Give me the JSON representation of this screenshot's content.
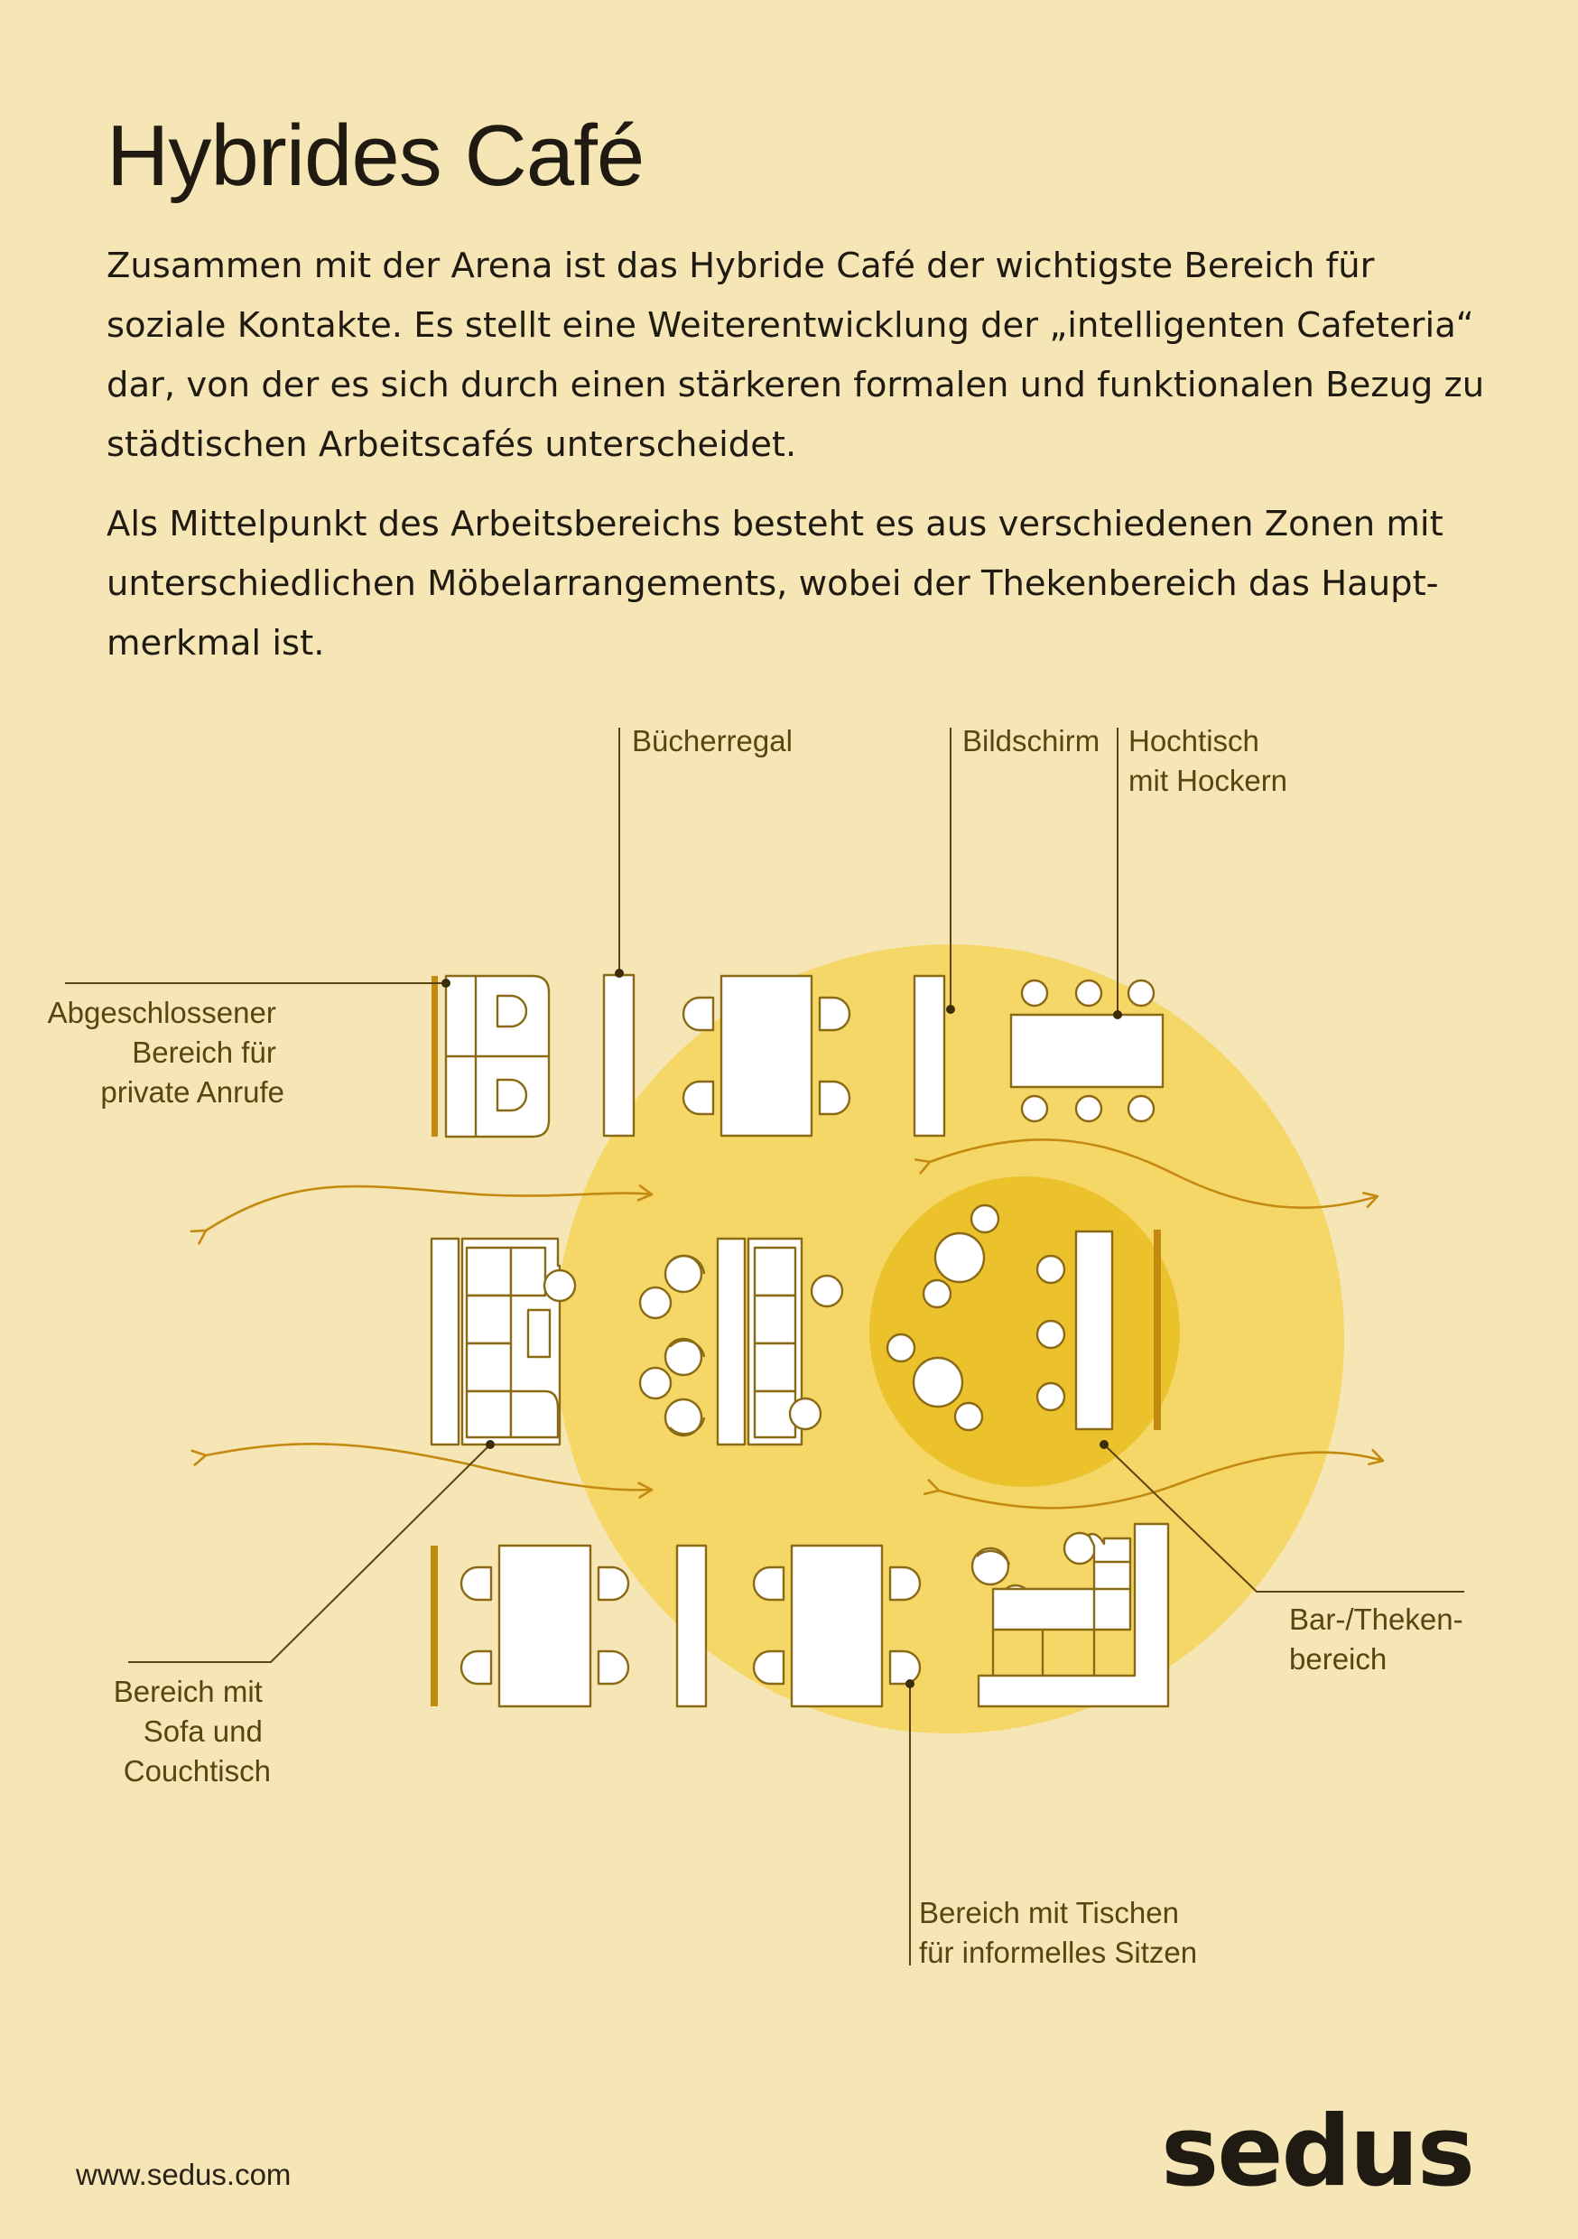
{
  "title": "Hybrides Café",
  "paragraphs": [
    "Zusammen mit der Arena ist das Hybride Café der wichtigste Bereich für soziale Kontakte. Es stellt eine Weiterentwicklung der „intelligenten Cafeteria“ dar, von der es sich durch einen stärkeren formalen und funktionalen Bezug zu städtischen Arbeitscafés unterscheidet.",
    "Als Mittelpunkt des Arbeitsbereichs besteht es aus verschiedenen Zonen mit unterschiedlichen Möbelarrangements, wobei der Thekenbereich das Haupt-merkmal ist."
  ],
  "labels": {
    "buecherregal": [
      "Bücherregal"
    ],
    "bildschirm": [
      "Bildschirm"
    ],
    "hochtisch": [
      "Hochtisch",
      "mit Hockern"
    ],
    "privat": [
      "Abgeschlossener",
      "Bereich für",
      "private Anrufe"
    ],
    "sofa": [
      "Bereich mit",
      "Sofa und",
      "Couchtisch"
    ],
    "bar": [
      "Bar-/Theken-",
      "bereich"
    ],
    "tische": [
      "Bereich mit Tischen",
      "für informelles Sitzen"
    ]
  },
  "colors": {
    "background": "#f6e5b5",
    "main_circle": "#f5d767",
    "bar_circle": "#ecc22c",
    "outline": "#8a6a14",
    "accent": "#c48a10",
    "furniture_fill": "#ffffff"
  },
  "footer": {
    "url": "www.sedus.com",
    "logo": "sedus"
  }
}
